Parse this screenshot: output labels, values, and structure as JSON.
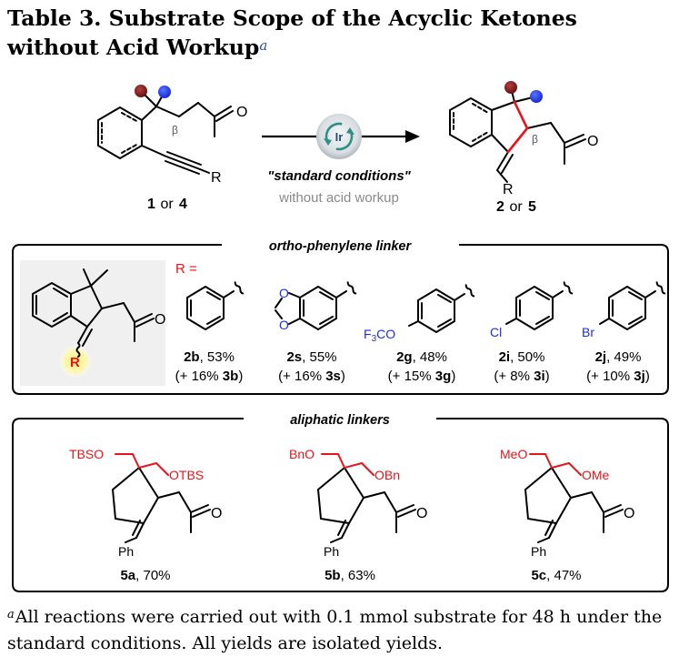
{
  "title": {
    "text": "Table 3. Substrate Scope of the Acyclic Ketones without Acid Workup",
    "marker": "a"
  },
  "reaction": {
    "substrate_number": "1",
    "substrate_or": " or ",
    "substrate_number_alt": "4",
    "product_number": "2",
    "product_or": " or ",
    "product_number_alt": "5",
    "catalyst_label": "Ir",
    "conditions": "\"standard conditions\"",
    "conditions_note": "without acid workup",
    "beta_label": "β",
    "r_label": "R",
    "ketone_o": "O"
  },
  "panel1": {
    "header": "ortho-phenylene linker",
    "r_equals": "R =",
    "core_r": "R",
    "core_o": "O",
    "entries": [
      {
        "id": "2b",
        "yield": ", 53%",
        "side_prefix": "(+ 16% ",
        "side_id": "3b",
        "side_suffix": ")",
        "substituent": ""
      },
      {
        "id": "2s",
        "yield": ", 55%",
        "side_prefix": "(+ 16% ",
        "side_id": "3s",
        "side_suffix": ")",
        "substituent": "O"
      },
      {
        "id": "2g",
        "yield": ", 48%",
        "side_prefix": "(+ 15% ",
        "side_id": "3g",
        "side_suffix": ")",
        "substituent": "F3CO"
      },
      {
        "id": "2i",
        "yield": ", 50%",
        "side_prefix": "(+ 8% ",
        "side_id": "3i",
        "side_suffix": ")",
        "substituent": "Cl"
      },
      {
        "id": "2j",
        "yield": ", 49%",
        "side_prefix": "(+ 10% ",
        "side_id": "3j",
        "side_suffix": ")",
        "substituent": "Br"
      }
    ]
  },
  "panel2": {
    "header": "aliphatic linkers",
    "ph_label": "Ph",
    "o_label": "O",
    "entries": [
      {
        "id": "5a",
        "yield": ", 70%",
        "group1": "TBSO",
        "group2": "OTBS"
      },
      {
        "id": "5b",
        "yield": ", 63%",
        "group1": "BnO",
        "group2": "OBn"
      },
      {
        "id": "5c",
        "yield": ", 47%",
        "group1": "MeO",
        "group2": "OMe"
      }
    ]
  },
  "footnote": {
    "marker": "a",
    "text": "All reactions were carried out with 0.1 mmol substrate for 48 h under the standard conditions. All yields are isolated yields."
  },
  "colors": {
    "red": "#e8141a",
    "blue": "#1e2ee0",
    "dark_red": "#8b1a1a",
    "dot_blue": "#1f3cf0",
    "grey": "#8a8a8a",
    "title_marker": "#2a4f9e",
    "yellow_glow": "#fff48a"
  }
}
